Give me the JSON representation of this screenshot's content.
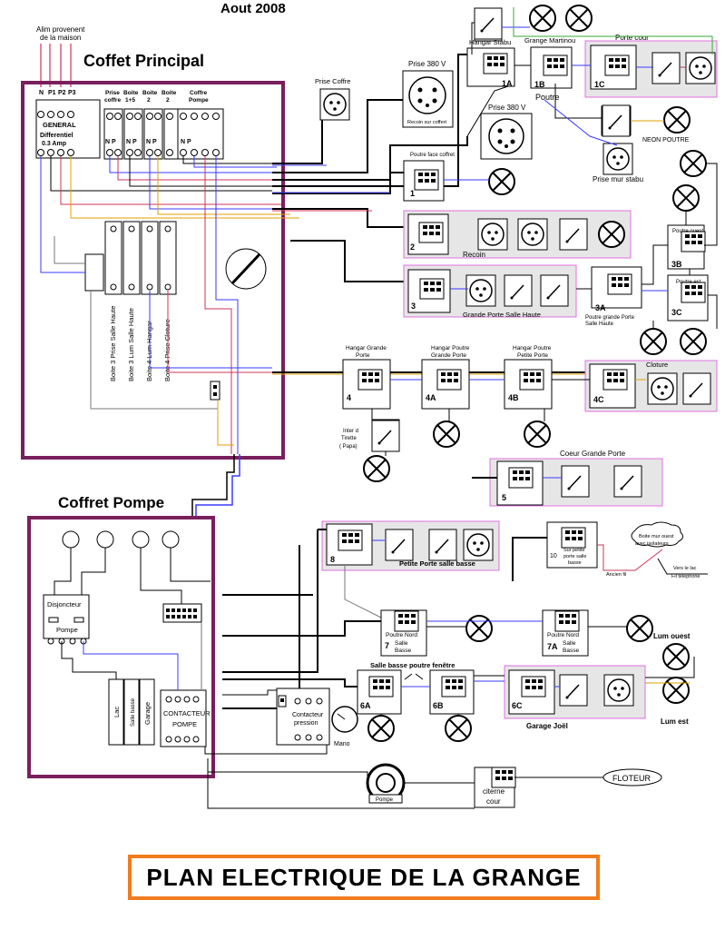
{
  "header": {
    "date": "Aout 2008"
  },
  "supply": {
    "line1": "Alim provenent",
    "line2": "de la maison"
  },
  "main_panel": {
    "title": "Coffet Principal",
    "terminals": [
      "N",
      "P1",
      "P2",
      "P3"
    ],
    "general_label": "GENERAL",
    "diff_label": "Differentiel",
    "diff_amp": "0.3 Amp",
    "col_prise": "Prise",
    "col_prise_sub": "coffre",
    "col_boite1": "Boite",
    "col_boite1_sub": "1+5",
    "col_boite2": "Boite",
    "col_boite2_sub": "2",
    "col_boite3": "Boite",
    "col_boite3_sub": "2",
    "col_coffre": "Coffre",
    "col_coffre_sub": "Pompe",
    "np": "N P",
    "breakers": [
      "Boite 3 Prise Salle Haute",
      "Boite 3 Lum Salle Haute",
      "Boite 4 Lum Hangar",
      "Boite 4 Prise Cloture"
    ]
  },
  "pump_panel": {
    "title": "Coffret Pompe",
    "disjoncteur": "Disjoncteur",
    "pompe": "Pompe",
    "lac": "Lac",
    "salle_basse": "Salle basse",
    "garage": "Garage",
    "contacteur": "CONTACTEUR",
    "contacteur_pompe": "POMPE"
  },
  "labels": {
    "prise_coffre": "Prise Coffre",
    "prise_380_a": "Prise 380 V",
    "recoin_coffet": "Recoin sur coffert",
    "prise_380_b": "Prise 380 V",
    "hangar_stabu": "Hangar Stabu",
    "grange_martinou": "Grange Martinou",
    "porte_cour": "Porte cour",
    "poutre": "Poutre",
    "neon_poutre": "NEON POUTRE",
    "prise_mur_stabu": "Prise mur stabu",
    "poutre_face": "Poutre face coffret",
    "recoin": "Recoin",
    "grande_porte_sh": "Grande Porte Salle Haute",
    "poutre_grande_porte": "Poutre grande Porte",
    "salle_haute": "Salle Haute",
    "poutre_ouest": "Poutre ouest",
    "poutre_est": "Poutre est",
    "hangar_grande_porte_1": "Hangar Grande",
    "hangar_grande_porte_2": "Porte",
    "hangar_poutre_gp_1": "Hangar Poutre",
    "hangar_poutre_gp_2": "Grande Porte",
    "hangar_poutre_pp_1": "Hangar Poutre",
    "hangar_poutre_pp_2": "Petite Porte",
    "cloture": "Cloture",
    "inter_tirette_1": "Inter d",
    "inter_tirette_2": "Tirette",
    "inter_tirette_3": "( Papa)",
    "coeur_grande_porte": "Coeur Grande Porte",
    "petite_porte_sb": "Petite Porte salle basse",
    "sur_petite_porte_1": "Sur petite",
    "sur_petite_porte_2": "porte salle",
    "sur_petite_porte_3": "basse",
    "boite_mur_ouest_1": "Boite mur ouest",
    "boite_mur_ouest_2": "avec isolateurs",
    "vers_lac_1": "Vers le lac",
    "vers_lac_2": "Fil téléphone",
    "ancien_fil": "Ancien fil",
    "poutre_nord_1": "Poutre Nord",
    "poutre_nord_2": "Salle",
    "poutre_nord_3": "Basse",
    "salle_basse_poutre": "Salle basse poutre fenêtre",
    "lum_ouest": "Lum ouest",
    "lum_est": "Lum est",
    "garage_joel": "Garage Joël",
    "contacteur_pression_1": "Contacteur",
    "contacteur_pression_2": "pression",
    "mano": "Mano",
    "pompe": "Pompe",
    "citerne_1": "citerne",
    "citerne_2": "cour",
    "floteur": "FLOTEUR"
  },
  "box_ids": [
    "1A",
    "1B",
    "1C",
    "1",
    "2",
    "3",
    "3A",
    "3B",
    "3C",
    "4",
    "4A",
    "4B",
    "4C",
    "5",
    "8",
    "10",
    "7",
    "7A",
    "6A",
    "6B",
    "6C"
  ],
  "footer": {
    "title": "PLAN  ELECTRIQUE  DE  LA GRANGE"
  },
  "colors": {
    "panel_border": "#7a1f5c",
    "title_border": "#f07c1e",
    "group_border": "#e070e0",
    "group_fill": "#e6e6e6"
  }
}
